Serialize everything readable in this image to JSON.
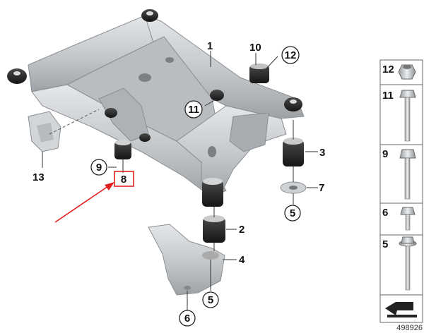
{
  "diagram": {
    "callouts": {
      "c1": "1",
      "c2": "2",
      "c3": "3",
      "c4": "4",
      "c5a": "5",
      "c5b": "5",
      "c6": "6",
      "c7": "7",
      "c8": "8",
      "c9": "9",
      "c10": "10",
      "c11": "11",
      "c12": "12",
      "c13": "13"
    },
    "highlight": {
      "part": "8",
      "box_color": "#e02020",
      "arrow_color": "#e02020"
    },
    "legend_items": [
      "12",
      "11",
      "9",
      "6",
      "5"
    ],
    "reference_number": "498926",
    "part_color": "#c9cccf",
    "bushing_color": "#2a2a2a"
  }
}
